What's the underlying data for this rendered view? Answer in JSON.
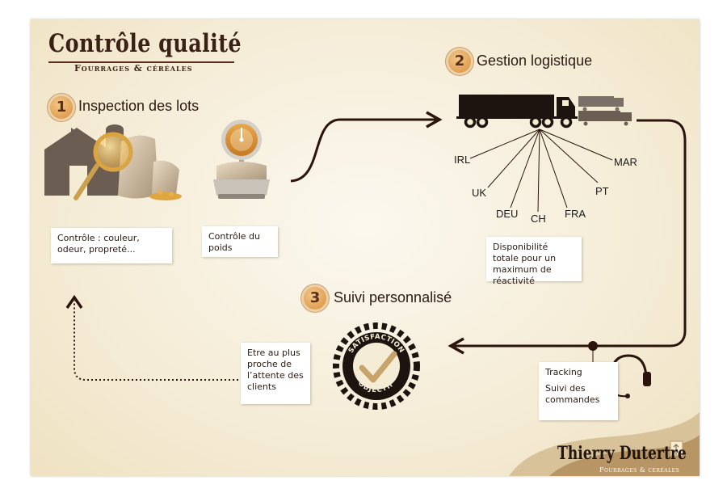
{
  "header": {
    "title": "Contrôle qualité",
    "subtitle": "Fourrages & céréales"
  },
  "steps": [
    {
      "number": "1",
      "title": "Inspection des lots"
    },
    {
      "number": "2",
      "title": "Gestion logistique"
    },
    {
      "number": "3",
      "title": "Suivi personnalisé"
    }
  ],
  "notes": {
    "inspection": "Contrôle : couleur, odeur, propreté...",
    "weight": "Contrôle du poids",
    "availability": "Disponibilité totale pour un maximum de réactivité",
    "tracking_title": "Tracking",
    "tracking_body": "Suivi des commandes",
    "client": "Etre au plus proche de l’attente des clients"
  },
  "countries": [
    "IRL",
    "UK",
    "DEU",
    "CH",
    "FRA",
    "PT",
    "MAR"
  ],
  "badge": {
    "top_text": "SATISFACTION",
    "bottom_text": "OBJECTIF"
  },
  "brand": {
    "name": "Thierry Dutertre",
    "tagline": "Fourrages & céréales"
  },
  "colors": {
    "brown_dark": "#3a2116",
    "accent_orange": "#d98f3c",
    "background": "#f5ecd6",
    "icon_gray": "#6b5d52"
  }
}
